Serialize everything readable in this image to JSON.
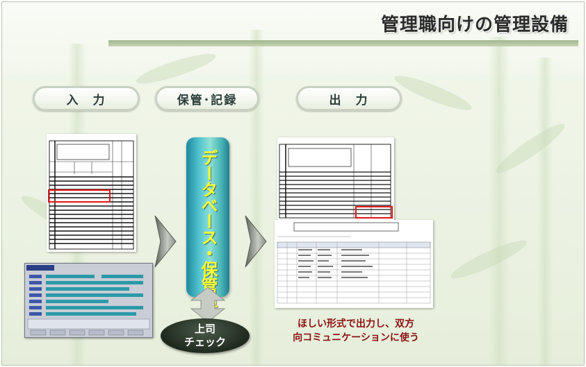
{
  "title": "管理職向けの管理設備",
  "steps": {
    "input": "入　力",
    "storage": "保管･記録",
    "output": "出　力"
  },
  "database_label": "データベース・保管庫",
  "supervisor_check": {
    "line1": "上司",
    "line2": "チェック"
  },
  "output_caption": {
    "line1": "ほしい形式で出力し、双方",
    "line2": "向コミュニケーションに使う"
  },
  "colors": {
    "database_text": "#ffff33",
    "caption": "#8b1212",
    "highlight": "#e01818",
    "cylinder": "#53c3cf"
  }
}
